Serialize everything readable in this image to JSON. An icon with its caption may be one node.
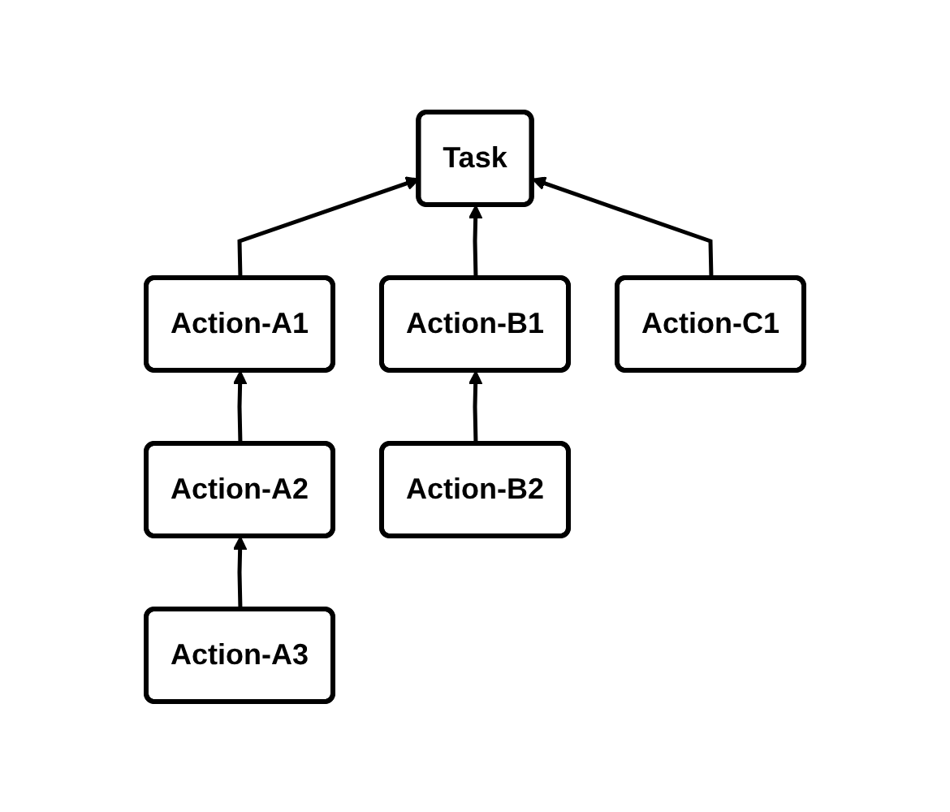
{
  "diagram": {
    "nodes": [
      {
        "text": [
          "Task"
        ]
      },
      {
        "text": [
          "Action-A1"
        ]
      },
      {
        "text": [
          "Action-B1"
        ]
      },
      {
        "text": [
          "Action-C1"
        ]
      },
      {
        "text": [
          "Action-A2"
        ]
      },
      {
        "text": [
          "Action-B2"
        ]
      },
      {
        "text": [
          "Action-A3"
        ]
      }
    ],
    "edges": [
      {
        "from": 1,
        "to": 0,
        "arrow": "to"
      },
      {
        "from": 2,
        "to": 0,
        "arrow": "to"
      },
      {
        "from": 3,
        "to": 0,
        "arrow": "to"
      },
      {
        "from": 4,
        "to": 1,
        "arrow": "to"
      },
      {
        "from": 5,
        "to": 2,
        "arrow": "to"
      },
      {
        "from": 6,
        "to": 4,
        "arrow": "to"
      }
    ]
  }
}
